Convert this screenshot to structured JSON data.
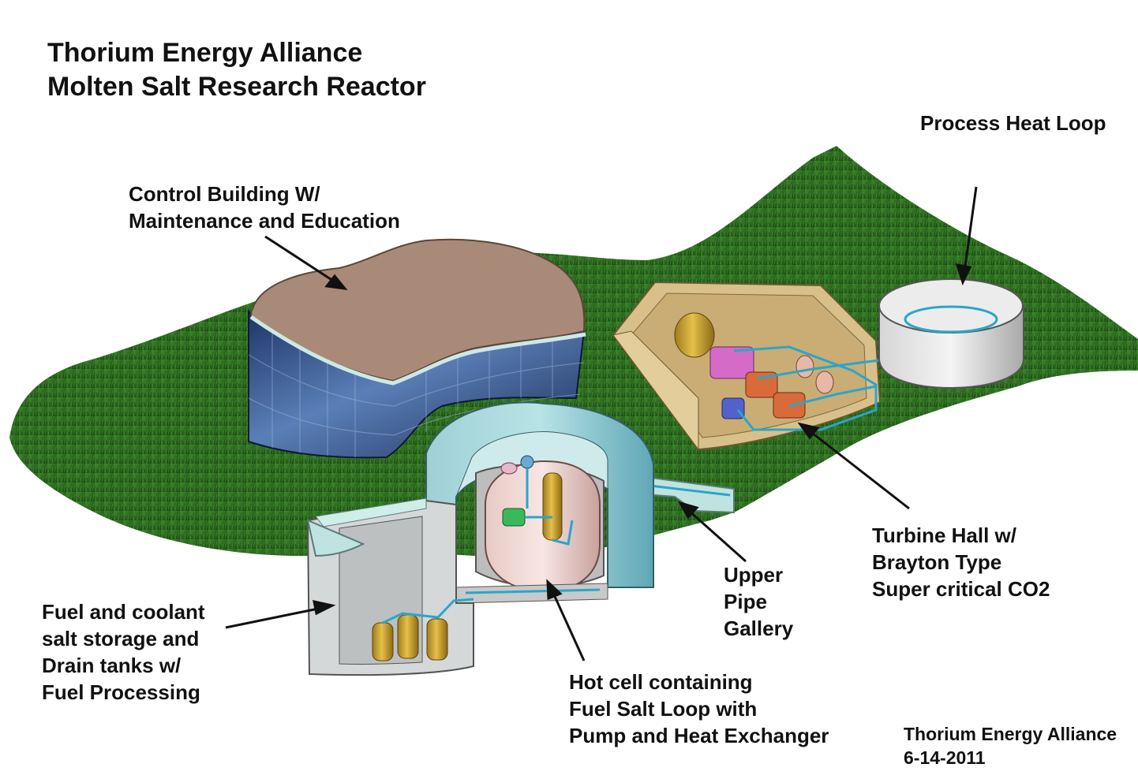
{
  "title": {
    "line1": "Thorium Energy Alliance",
    "line2": "Molten Salt Research Reactor"
  },
  "labels": {
    "process_heat_loop": "Process Heat Loop",
    "control_building": {
      "line1": "Control Building W/",
      "line2": "Maintenance and Education"
    },
    "turbine_hall": {
      "line1": "Turbine Hall w/",
      "line2": "Brayton Type",
      "line3": "Super critical CO2"
    },
    "upper_pipe_gallery": {
      "line1": "Upper",
      "line2": "Pipe",
      "line3": "Gallery"
    },
    "fuel_storage": {
      "line1": "Fuel and coolant",
      "line2": "salt storage and",
      "line3": "Drain tanks w/",
      "line4": "Fuel Processing"
    },
    "hot_cell": {
      "line1": "Hot cell containing",
      "line2": "Fuel Salt Loop with",
      "line3": "Pump and Heat Exchanger"
    }
  },
  "credit": {
    "org": "Thorium Energy Alliance",
    "date": "6-14-2011"
  },
  "colors": {
    "grass": "#2f6e22",
    "grass_dark": "#1f4d16",
    "roof": "#a98a78",
    "glass": "#2f4f86",
    "concrete": "#c8d8d6",
    "pool_cyan": "#7fb7bf",
    "turbine_hall_wall": "#d9c08b",
    "pipe": "#2aa6c9",
    "tank": "#d3a730"
  }
}
